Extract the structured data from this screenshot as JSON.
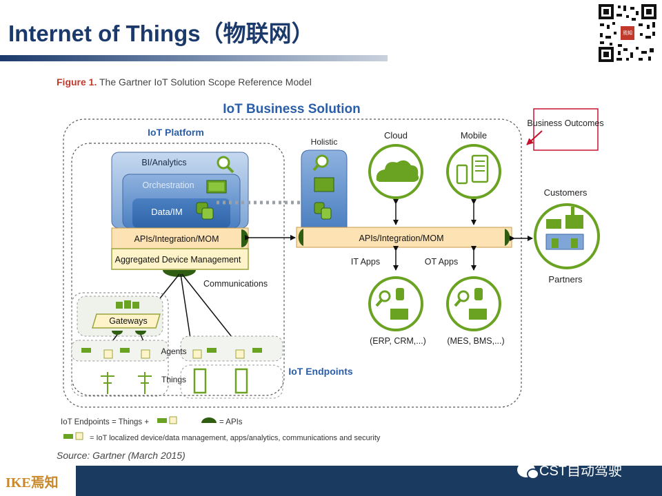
{
  "slide": {
    "title": "Internet of Things（物联网）",
    "figure_caption_prefix": "Figure 1.",
    "figure_caption": " The Gartner IoT Solution Scope Reference Model",
    "source": "Source: Gartner (March 2015)",
    "footer_logo": "IKE焉知",
    "footer_account": "CST自动驾驶",
    "qr_center_text": "焉知"
  },
  "diagram": {
    "business_solution": "IoT Business Solution",
    "platform": "IoT Platform",
    "bi_analytics": "BI/Analytics",
    "orchestration": "Orchestration",
    "data_im": "Data/IM",
    "apis_left": "APIs/Integration/MOM",
    "aggregated": "Aggregated Device Management",
    "holistic": "Holistic",
    "cloud": "Cloud",
    "mobile": "Mobile",
    "apis_right": "APIs/Integration/MOM",
    "business_outcomes": "Business Outcomes",
    "customers": "Customers",
    "partners": "Partners",
    "it_apps": "IT Apps",
    "ot_apps": "OT Apps",
    "erp": "(ERP, CRM,...)",
    "mes": "(MES, BMS,...)",
    "communications": "Communications",
    "gateways": "Gateways",
    "agents": "Agents",
    "things": "Things",
    "endpoints": "IoT Endpoints",
    "legend_endpoints": "IoT Endpoints = Things +",
    "legend_apis": "= APIs",
    "legend_localized": "= IoT localized device/data management, apps/analytics, communications and security"
  },
  "colors": {
    "title_blue": "#1b3a6b",
    "box_blue": "#7fa6d6",
    "apis_tan": "#fde2b3",
    "green": "#6aa221",
    "dark_green": "#2f5e12",
    "outcome_red": "#c8102e",
    "footer_navy": "#1b3a5f"
  }
}
